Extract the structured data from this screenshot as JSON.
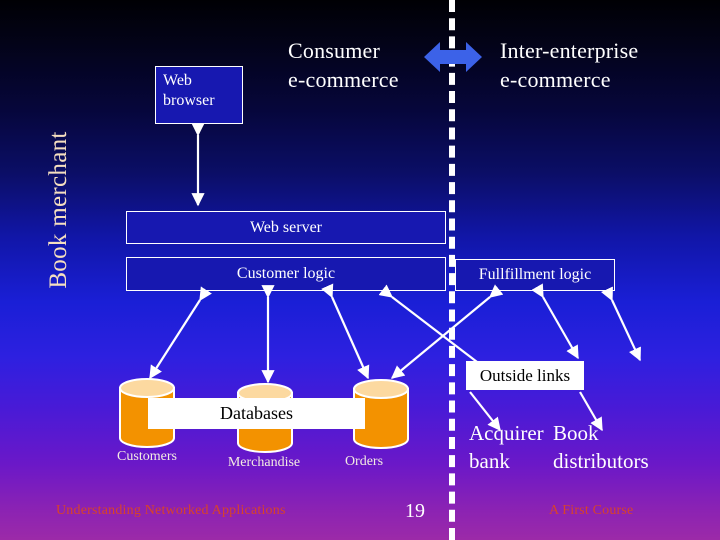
{
  "slide": {
    "title_left": "Consumer\ne-commerce",
    "title_right": "Inter-enterprise\ne-commerce",
    "side_label": "Book merchant"
  },
  "boxes": {
    "web_browser": "Web\nbrowser",
    "web_server": "Web server",
    "customer_logic": "Customer logic",
    "fullfillment_logic": "Fullfillment logic",
    "outside_links": "Outside links",
    "databases_banner": "Databases"
  },
  "databases": [
    {
      "label": "Customers"
    },
    {
      "label": "Merchandise"
    },
    {
      "label": "Orders"
    }
  ],
  "partners": {
    "row1_col1": "Acquirer",
    "row1_col2": "Book",
    "row2_col1": "bank",
    "row2_col2": "distributors"
  },
  "footer": {
    "left": "Understanding Networked Applications",
    "page": "19",
    "right": "A First Course"
  },
  "icons": {
    "blue_double_arrow": "double-arrow-horizontal-icon",
    "divider": "dashed-vertical-divider",
    "cylinder": "database-cylinder-icon"
  },
  "colors": {
    "box_fill": "#1718b0",
    "box_border": "#ffffff",
    "arrow_blue": "#3c62e8",
    "cylinder_body": "#f39200",
    "cylinder_top": "#fcd9a0",
    "side_label": "#f5dfc0",
    "footer_text": "#d8432a",
    "white_box_bg": "#ffffff"
  }
}
